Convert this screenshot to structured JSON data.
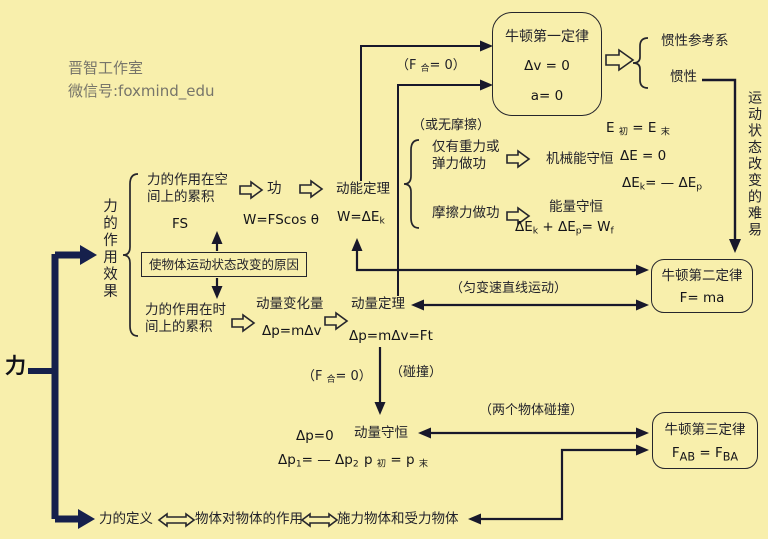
{
  "colors": {
    "background": "#f8efac",
    "thin_line": "#18182b",
    "thick_line": "#16204c",
    "box_border": "#26262c",
    "text": "#22222a",
    "watermark": "#77756a"
  },
  "watermark": {
    "line1": "晋智工作室",
    "line2": "微信号:foxmind_edu"
  },
  "root": {
    "label": "力"
  },
  "effect_label": "力的作用效果",
  "branches": {
    "space": {
      "line1": "力的作用在空",
      "line2": "间上的累积",
      "formula": "FS"
    },
    "time": {
      "line1": "力的作用在时",
      "line2": "间上的累积"
    }
  },
  "work": {
    "label": "功",
    "formula": "W=FScos θ"
  },
  "kinetic": {
    "label": "动能定理",
    "formula": [
      {
        "t": "W=ΔE"
      },
      {
        "s": "k"
      }
    ]
  },
  "cause": {
    "label": "使物体运动状态改变的原因"
  },
  "momentum_change": {
    "label": "动量变化量",
    "formula": "Δp=mΔv"
  },
  "momentum_theorem": {
    "label": "动量定理",
    "formula": "Δp=mΔv=Ft"
  },
  "annotations": {
    "f_net_zero_top": [
      {
        "t": "（F "
      },
      {
        "s": "合"
      },
      {
        "t": "= 0）"
      }
    ],
    "no_friction": "（或无摩擦）",
    "uniform_line": "（匀变速直线运动）",
    "f_net_zero_bottom": [
      {
        "t": "（F "
      },
      {
        "s": "合"
      },
      {
        "t": "= 0）"
      }
    ],
    "collision": "（碰撞）",
    "two_body": "（两个物体碰撞）"
  },
  "first_law": {
    "title": "牛顿第一定律",
    "dv": "Δv = 0",
    "a": "a= 0"
  },
  "inertia": {
    "frame": "惯性参考系",
    "label": "惯性"
  },
  "energy_right": {
    "e_init_final": [
      {
        "t": "E "
      },
      {
        "s": "初"
      },
      {
        "t": " = E "
      },
      {
        "s": "末"
      }
    ],
    "delta_e": "ΔE = 0",
    "dek_dep": [
      {
        "t": "ΔE"
      },
      {
        "s": "k"
      },
      {
        "t": "= — ΔE"
      },
      {
        "s": "p"
      }
    ]
  },
  "conditions": {
    "gravity_line1": "仅有重力或",
    "gravity_line2": "弹力做功",
    "friction": "摩擦力做功"
  },
  "mechanical": {
    "label": "机械能守恒"
  },
  "energy_conservation": {
    "label": "能量守恒",
    "formula": [
      {
        "t": "ΔE"
      },
      {
        "s": "k"
      },
      {
        "t": " + ΔE"
      },
      {
        "s": "p"
      },
      {
        "t": "= W"
      },
      {
        "s": "f"
      }
    ]
  },
  "difficulty_label": "运动状态改变的难易",
  "second_law": {
    "title": "牛顿第二定律",
    "formula": "F= ma"
  },
  "momentum_conservation": {
    "label": "动量守恒",
    "dp_zero": "Δp=0",
    "dp12": [
      {
        "t": "Δp"
      },
      {
        "s": "1"
      },
      {
        "t": "= — Δp"
      },
      {
        "s": "2"
      }
    ],
    "p_init_final": [
      {
        "t": "p "
      },
      {
        "s": "初"
      },
      {
        "t": " = p "
      },
      {
        "s": "末"
      }
    ]
  },
  "third_law": {
    "title": "牛顿第三定律",
    "formula": [
      {
        "t": "F"
      },
      {
        "s": "AB"
      },
      {
        "t": " = F"
      },
      {
        "s": "BA"
      }
    ]
  },
  "bottom_row": {
    "definition": "力的定义",
    "interaction": "物体对物体的作用",
    "objects": "施力物体和受力物体"
  }
}
